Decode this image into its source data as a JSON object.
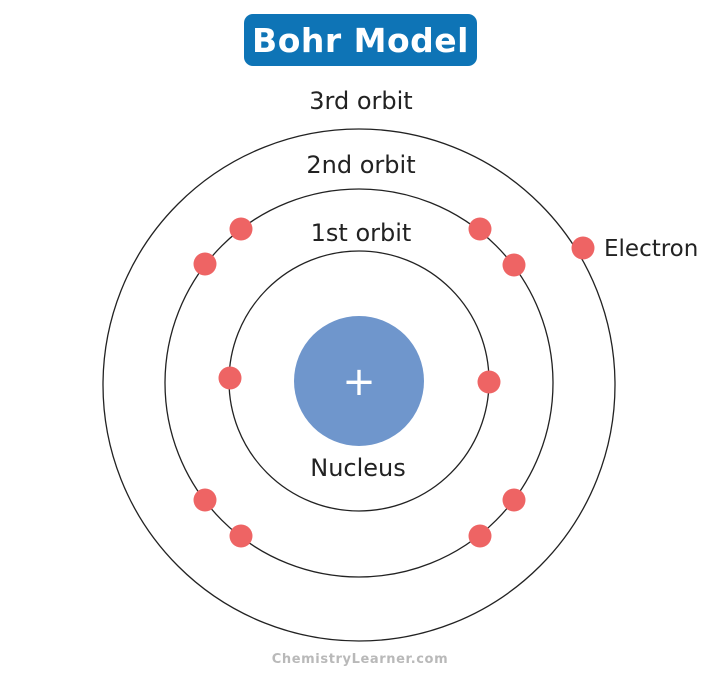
{
  "title": "Bohr Model",
  "labels": {
    "orbit3": "3rd orbit",
    "orbit2": "2nd orbit",
    "orbit1": "1st orbit",
    "electron": "Electron",
    "nucleus": "Nucleus",
    "nucleus_sign": "+"
  },
  "credit": "ChemistryLearner.com",
  "colors": {
    "title_bg": "#0e74b6",
    "title_text": "#ffffff",
    "electron": "#ee6464",
    "nucleus": "#6f96cc",
    "orbit_line": "#222222",
    "credit_text": "#b9b9b9"
  },
  "electron_counts": {
    "orbit1": 2,
    "orbit2": 8,
    "orbit3": 1
  }
}
